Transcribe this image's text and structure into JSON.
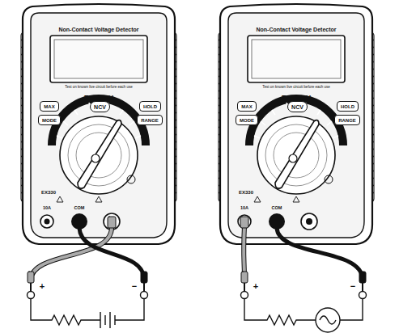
{
  "diagram": {
    "nodes": [
      {
        "text": [
          "MAX"
        ]
      },
      {
        "text": [
          "NCV"
        ]
      },
      {
        "text": [
          "HOLD"
        ]
      },
      {
        "text": [
          "MODE"
        ]
      },
      {
        "text": [
          "RANGE"
        ]
      },
      {
        "text": [
          "MAX"
        ]
      },
      {
        "text": [
          "NCV"
        ]
      },
      {
        "text": [
          "HOLD"
        ]
      },
      {
        "text": [
          "MODE"
        ]
      },
      {
        "text": [
          "RANGE"
        ]
      }
    ],
    "labels": [
      "Non-Contact Voltage Detector",
      "Test on known live circuit before each use",
      "EXTECH",
      "EX330",
      "10A",
      "COM",
      "+",
      "−",
      "Non-Contact Voltage Detector",
      "Test on known live circuit before each use",
      "EXTECH",
      "EX330",
      "10A",
      "COM",
      "+",
      "−"
    ]
  }
}
